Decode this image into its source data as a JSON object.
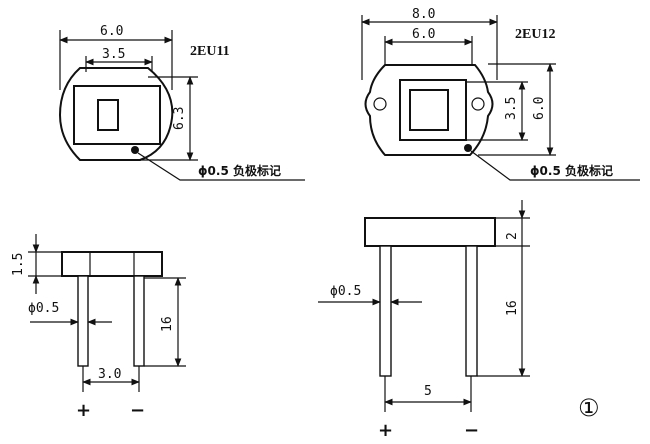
{
  "left_top": {
    "model": "2EU11",
    "dim_width": "6.0",
    "dim_inner": "3.5",
    "dim_height": "6.3",
    "note": "ϕ0.5 负极标记"
  },
  "right_top": {
    "model": "2EU12",
    "dim_width": "8.0",
    "dim_inner": "6.0",
    "dim_inner_h": "3.5",
    "dim_height": "6.0",
    "note": "ϕ0.5 负极标记"
  },
  "left_bottom": {
    "dim_body": "1.5",
    "dim_pin_dia": "ϕ0.5",
    "dim_pin_len": "16",
    "dim_spacing": "3.0",
    "plus": "+",
    "minus": "−"
  },
  "right_bottom": {
    "dim_body": "2",
    "dim_pin_dia": "ϕ0.5",
    "dim_pin_len": "16",
    "dim_spacing": "5",
    "plus": "+",
    "minus": "−"
  },
  "figure_number": "①"
}
